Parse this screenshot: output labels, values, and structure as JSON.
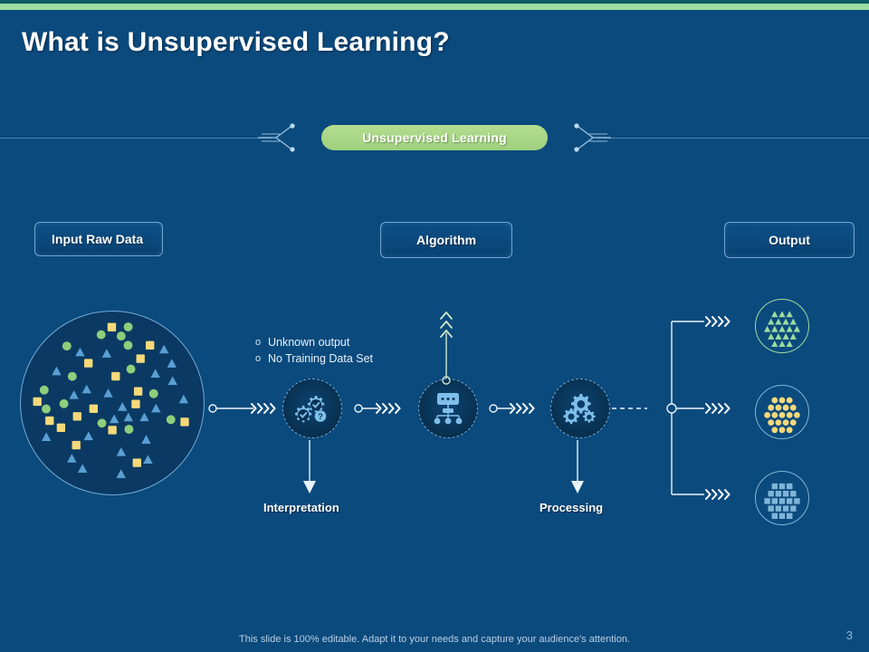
{
  "slide": {
    "title": "What is Unsupervised Learning?",
    "badge_label": "Unsupervised Learning",
    "page_number": "3",
    "footer_note": "This slide is 100% editable. Adapt it to your needs and capture your audience's attention."
  },
  "colors": {
    "background": "#0b4a7d",
    "accent_green": "#9ddca0",
    "badge_green": "#aed98c",
    "line_blue": "#7fb4d8",
    "dark_circle": "#0a3a63",
    "triangle_blue": "#5a9fd4",
    "square_yellow": "#f5d97a",
    "circle_green": "#8fce7a",
    "top_strip_teal": "#0d5c66",
    "text_white": "#ffffff",
    "footer_text": "#b9cfe2"
  },
  "header_boxes": [
    {
      "id": "input",
      "label": "Input Raw Data"
    },
    {
      "id": "algorithm",
      "label": "Algorithm"
    },
    {
      "id": "output",
      "label": "Output"
    }
  ],
  "bullets": [
    {
      "marker": "o",
      "text": "Unknown output"
    },
    {
      "marker": "o",
      "text": "No Training Data Set"
    }
  ],
  "nodes": [
    {
      "id": "interpretation",
      "icon": "gears-check-question-icon",
      "label": "Interpretation"
    },
    {
      "id": "algorithm",
      "icon": "hierarchy-network-icon",
      "label": ""
    },
    {
      "id": "processing",
      "icon": "three-gears-icon",
      "label": "Processing"
    }
  ],
  "outputs": [
    {
      "id": "triangles",
      "icon": "triangle-cluster-icon",
      "color": "#9ddca0"
    },
    {
      "id": "dots",
      "icon": "dot-cluster-icon",
      "color": "#f5d97a"
    },
    {
      "id": "squares",
      "icon": "square-cluster-icon",
      "color": "#7fb4d8"
    }
  ],
  "connectors": {
    "chevron_glyph": "›",
    "arrow_chevrons_count": 4
  }
}
